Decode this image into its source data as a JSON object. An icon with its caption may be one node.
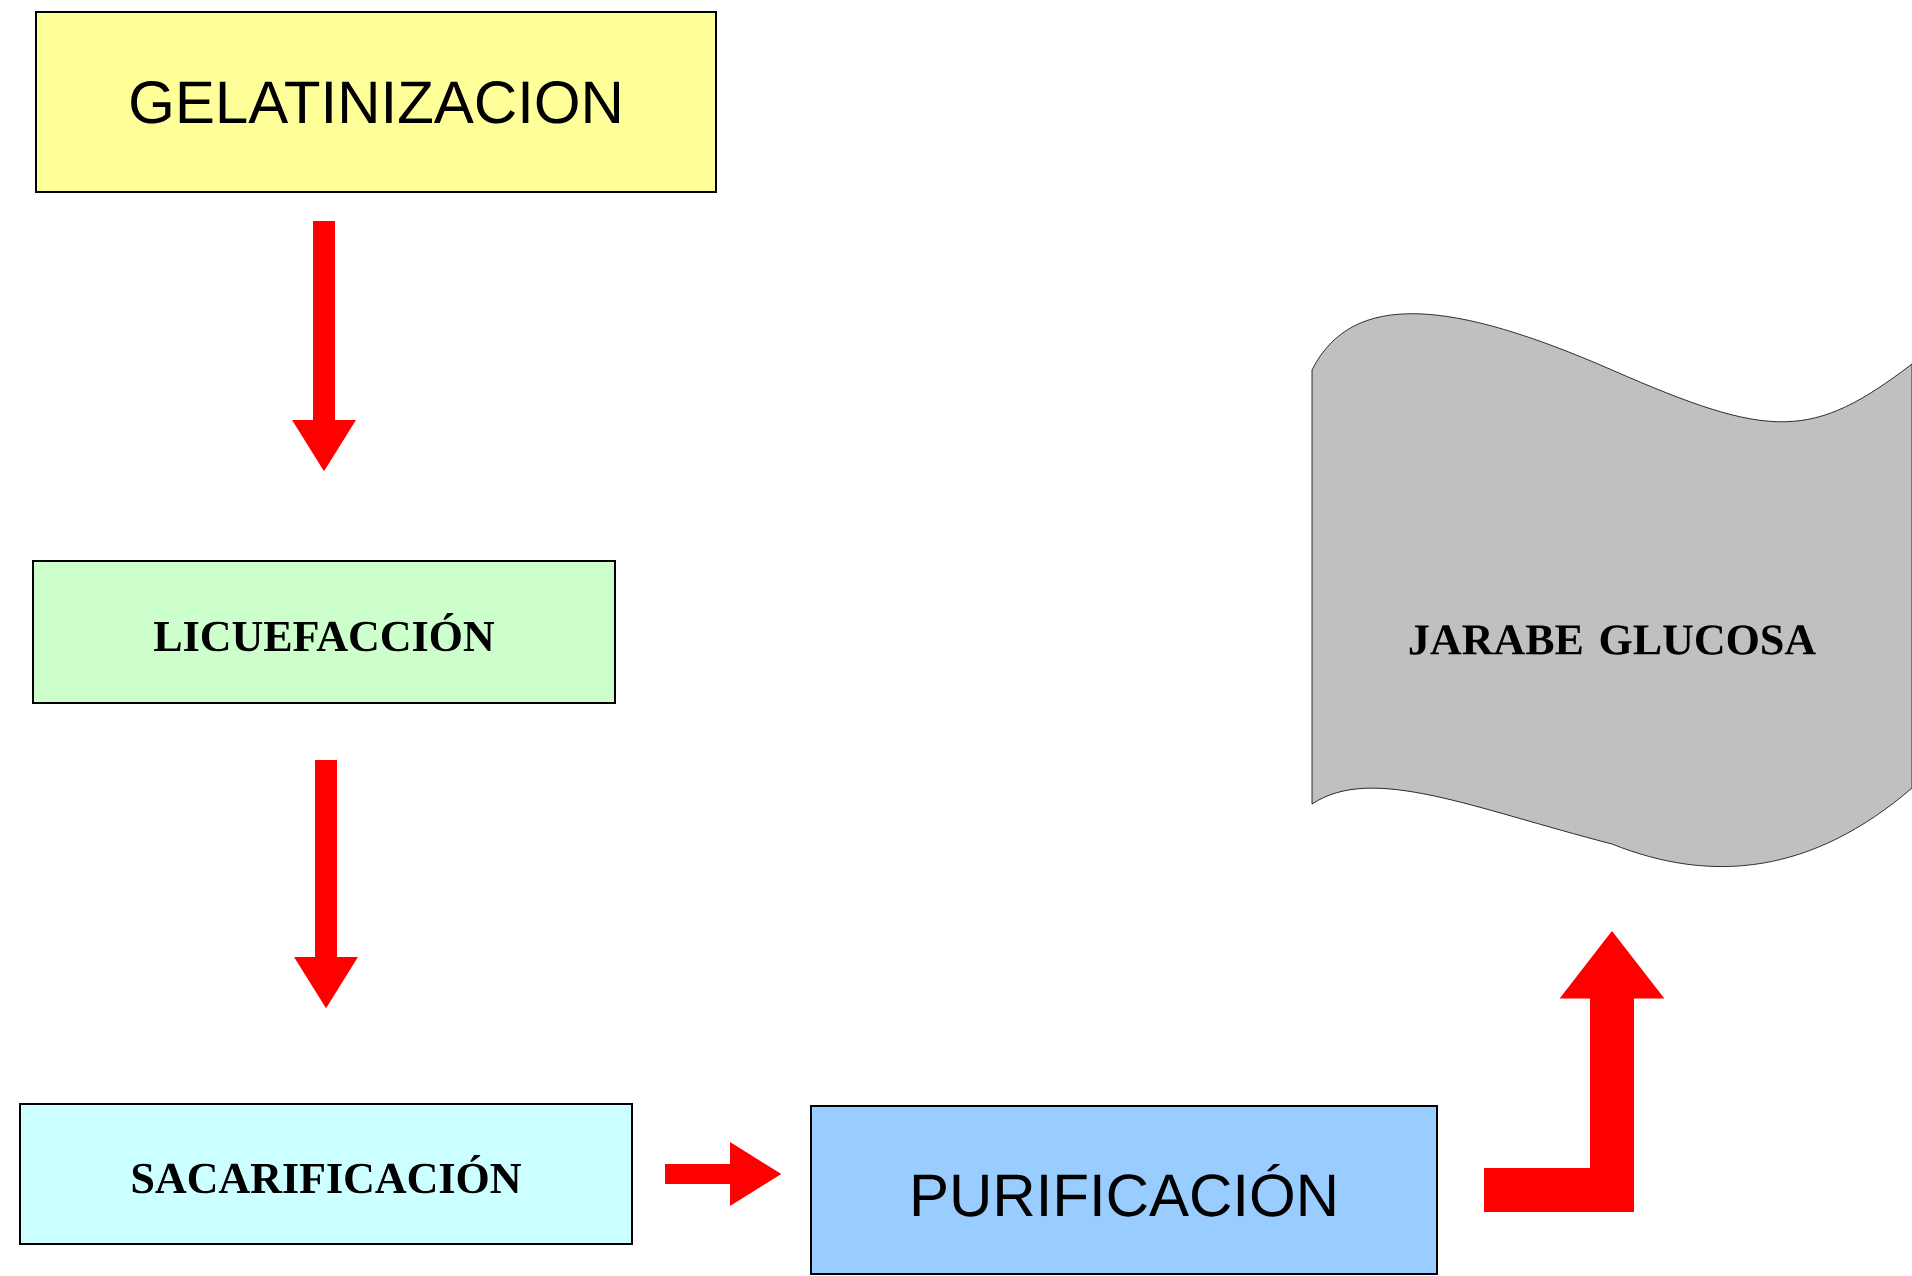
{
  "diagram": {
    "nodes": [
      {
        "text": [
          "GELATINIZACION"
        ]
      },
      {
        "text": [
          "LICUEFACCIÓN"
        ]
      },
      {
        "text": [
          "SACARIFICACIÓN"
        ]
      },
      {
        "text": [
          "PURIFICACIÓN"
        ]
      },
      {
        "text": [
          "JARABE GLUCOSA"
        ]
      }
    ],
    "edges": [
      {
        "from": 0,
        "to": 1,
        "arrow": "to"
      },
      {
        "from": 1,
        "to": 2,
        "arrow": "to"
      },
      {
        "from": 2,
        "to": 3,
        "arrow": "to"
      },
      {
        "from": 3,
        "to": 4,
        "arrow": "to",
        "style": "thick"
      }
    ]
  }
}
